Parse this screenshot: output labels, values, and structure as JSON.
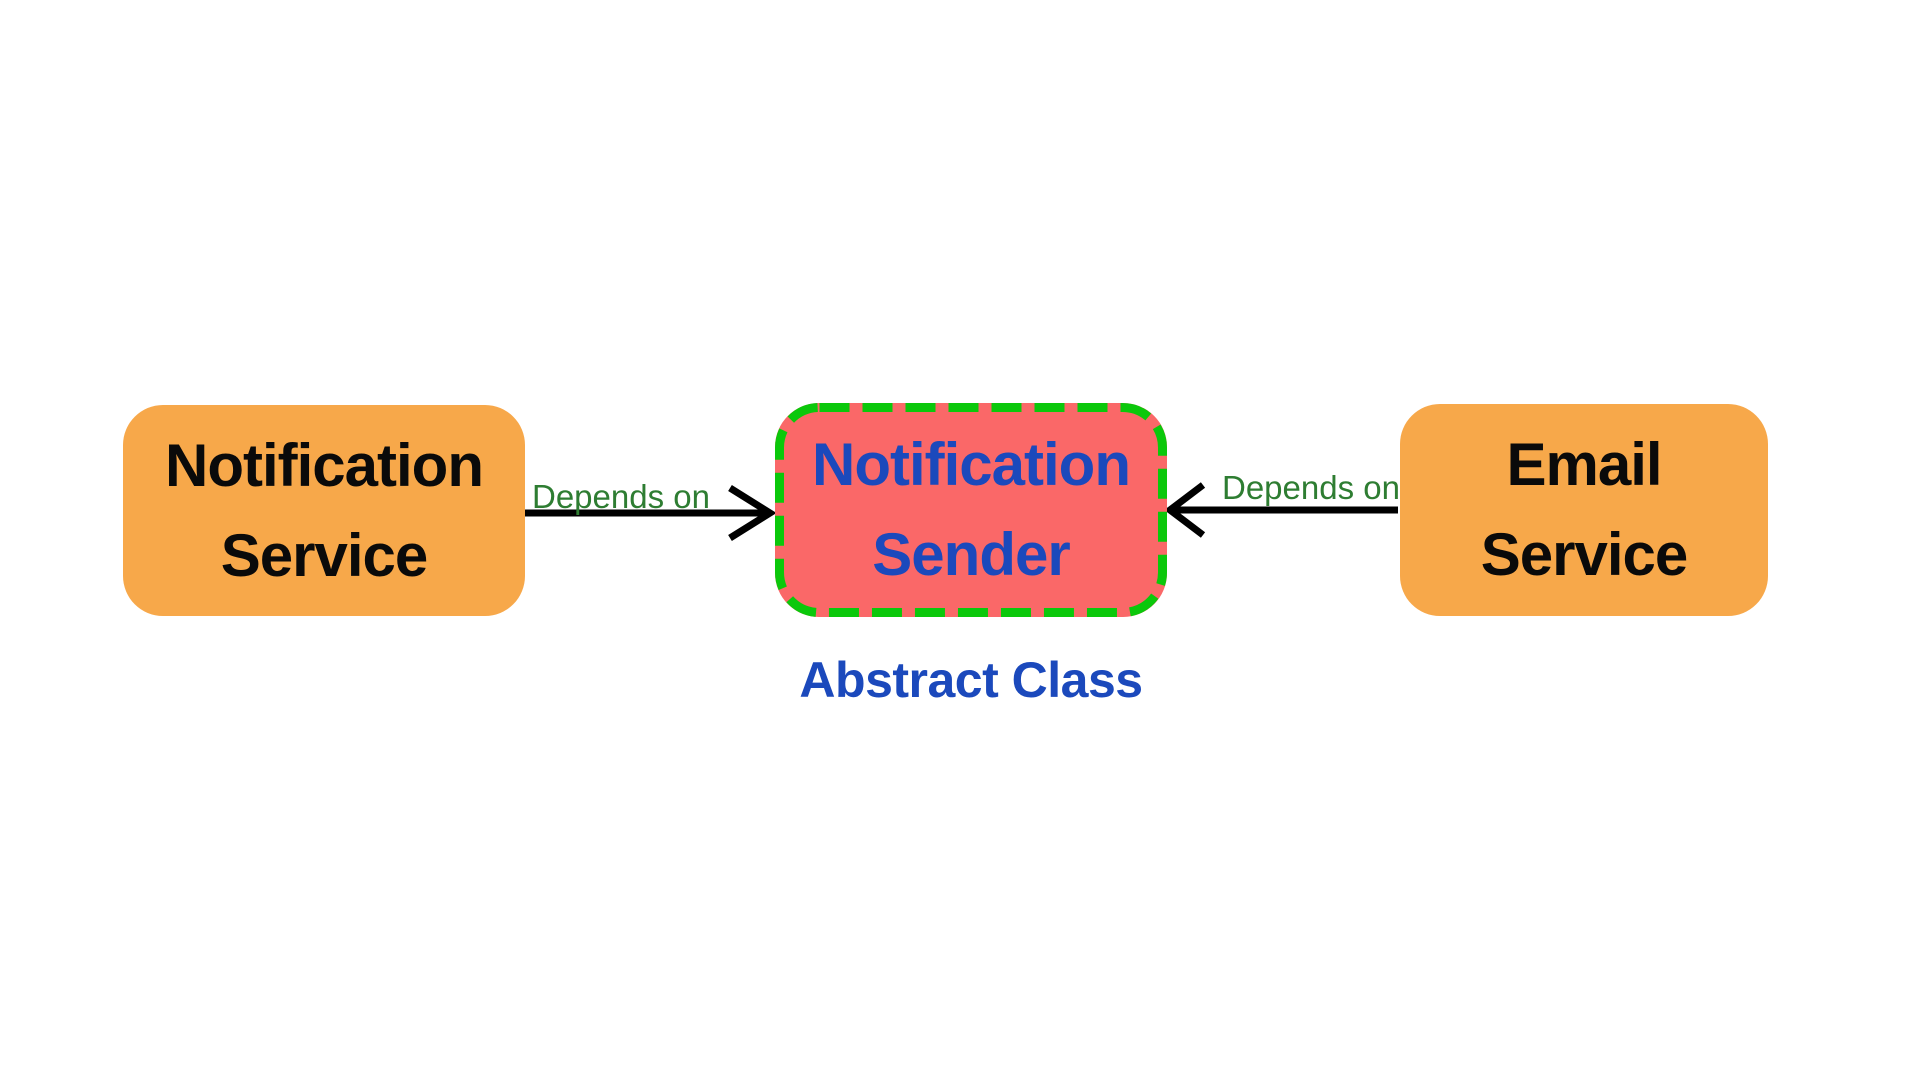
{
  "diagram": {
    "colors": {
      "background": "#FFFFFF",
      "node_orange": "#F7A84A",
      "node_red": "#FA6868",
      "border_green": "#0BC80B",
      "text_blue": "#1B49BC",
      "text_black": "#0A0A0A",
      "label_green": "#2E7D32",
      "arrow_black": "#000000"
    },
    "nodes": {
      "left": {
        "line1": "Notification",
        "line2": "Service"
      },
      "center": {
        "line1": "Notification",
        "line2": "Sender",
        "caption": "Abstract Class"
      },
      "right": {
        "line1": "Email",
        "line2": "Service"
      }
    },
    "edges": {
      "left_to_center": {
        "label": "Depends on",
        "from": "Notification Service",
        "to": "Notification Sender",
        "direction": "right"
      },
      "right_to_center": {
        "label": "Depends on",
        "from": "Email Service",
        "to": "Notification Sender",
        "direction": "left"
      }
    }
  }
}
